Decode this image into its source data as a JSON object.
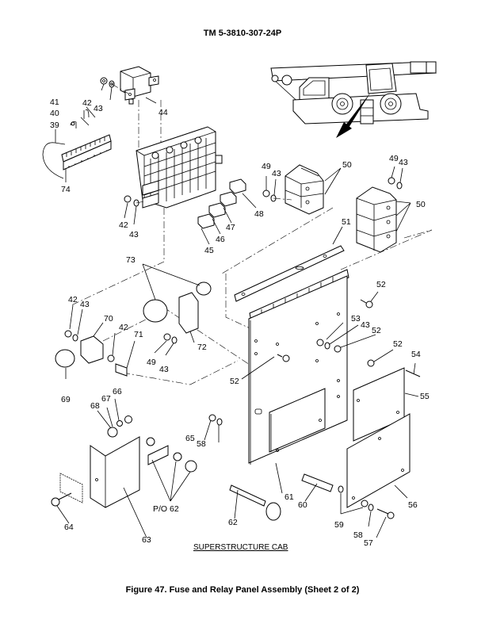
{
  "document": {
    "header": "TM 5-3810-307-24P",
    "caption": "Figure 47.  Fuse and Relay Panel Assembly (Sheet 2 of 2)",
    "sublabel": "SUPERSTRUCTURE CAB",
    "locator_icon": "crane-vehicle-locator-icon"
  },
  "callouts": {
    "c39": "39",
    "c40": "40",
    "c41": "41",
    "c42a": "42",
    "c43a": "43",
    "c44": "44",
    "c74": "74",
    "c42b": "42",
    "c43b": "43",
    "c45": "45",
    "c46": "46",
    "c47": "47",
    "c48": "48",
    "c49a": "49",
    "c43c": "43",
    "c50a": "50",
    "c49b": "49",
    "c43d": "43",
    "c50b": "50",
    "c51": "51",
    "c73": "73",
    "c72": "72",
    "c42c": "42",
    "c43e": "43",
    "c70": "70",
    "c42d": "42",
    "c71": "71",
    "c69": "69",
    "c49c": "49",
    "c43f": "43",
    "c52a": "52",
    "c53": "53",
    "c43g": "43",
    "c52b": "52",
    "c52c": "52",
    "c52d": "52",
    "c54": "54",
    "c55": "55",
    "c66": "66",
    "c67": "67",
    "c68": "68",
    "c65": "65",
    "c58a": "58",
    "c64": "64",
    "c63": "63",
    "c62po": "P/O 62",
    "c62": "62",
    "c61": "61",
    "c60": "60",
    "c56": "56",
    "c59": "59",
    "c58b": "58",
    "c57": "57"
  }
}
